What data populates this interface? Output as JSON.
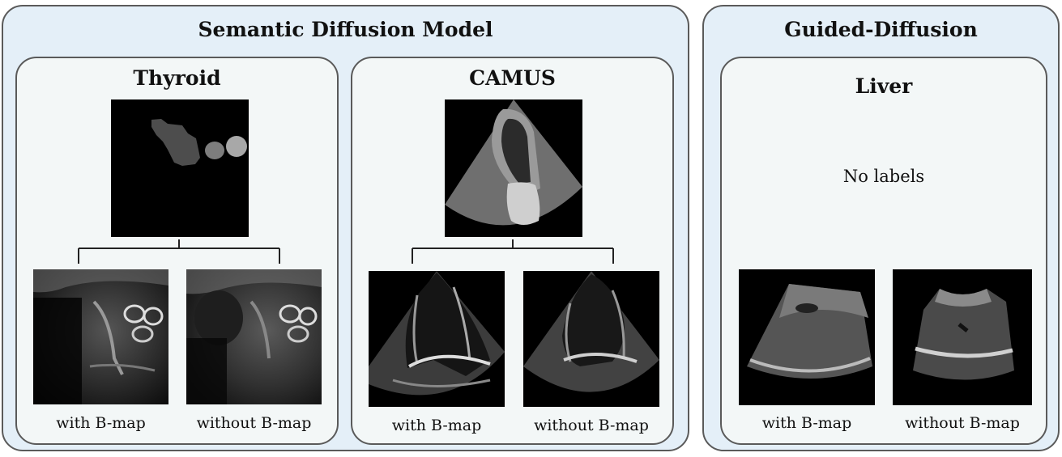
{
  "panels": {
    "sdm": {
      "title": "Semantic Diffusion Model",
      "thyroid": {
        "title": "Thyroid",
        "caption_left": "with B-map",
        "caption_right": "without B-map"
      },
      "camus": {
        "title": "CAMUS",
        "caption_left": "with B-map",
        "caption_right": "without B-map"
      }
    },
    "guided": {
      "title": "Guided-Diffusion",
      "liver": {
        "title": "Liver",
        "note": "No labels",
        "caption_left": "with B-map",
        "caption_right": "without B-map"
      }
    }
  },
  "colors": {
    "outer_bg": "#e4eff8",
    "inner_bg": "#f3f7f7",
    "border": "#5a5a5a"
  }
}
